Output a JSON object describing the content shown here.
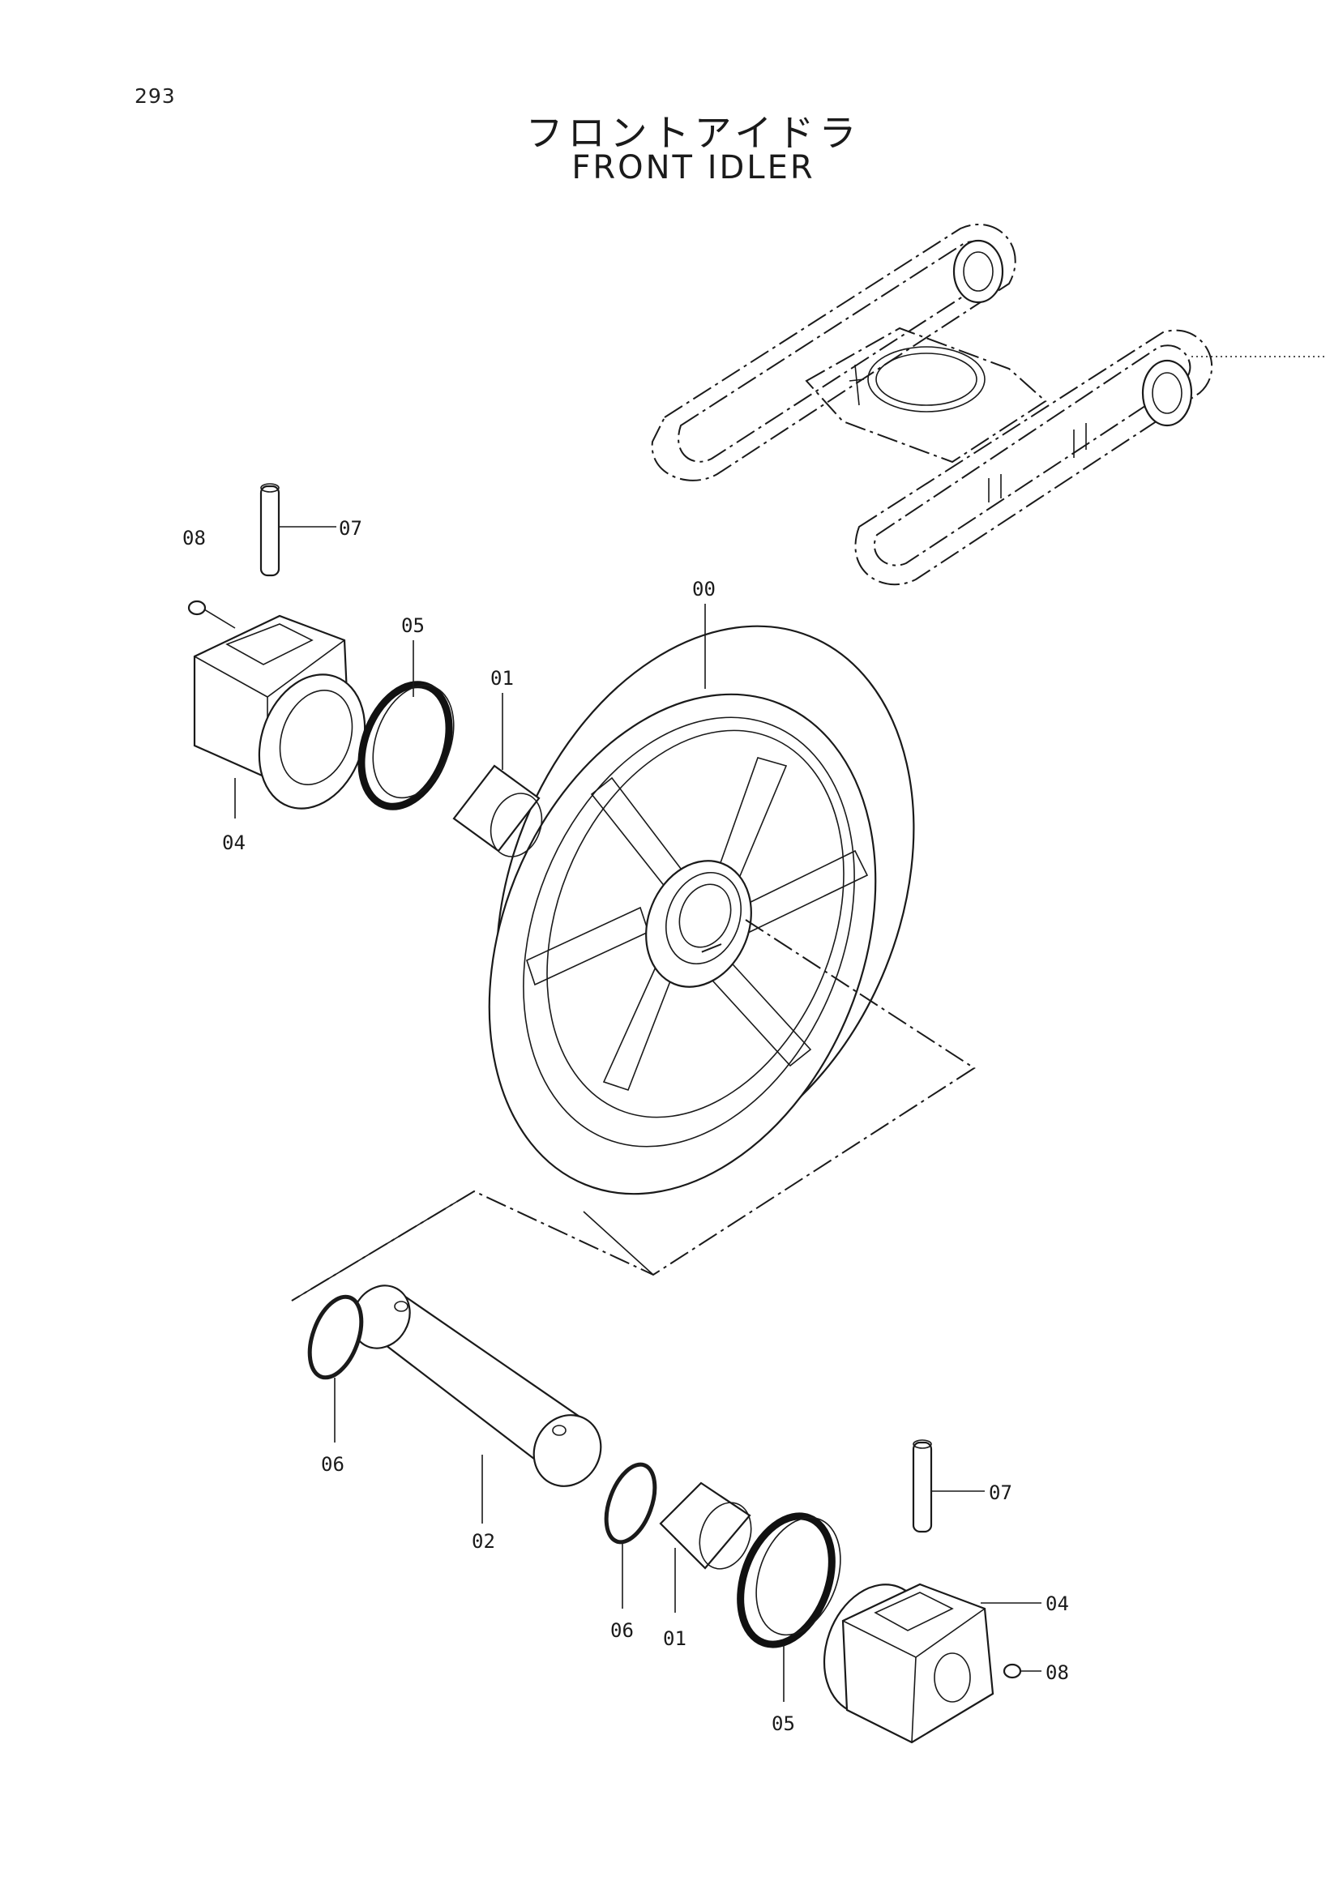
{
  "page": {
    "number": "293"
  },
  "title": {
    "japanese": "フロントアイドラ",
    "english": "FRONT IDLER"
  },
  "parts": [
    {
      "id": "label-00",
      "text": "00"
    },
    {
      "id": "label-01-top",
      "text": "01"
    },
    {
      "id": "label-01-bottom",
      "text": "01"
    },
    {
      "id": "label-02",
      "text": "02"
    },
    {
      "id": "label-04-top",
      "text": "04"
    },
    {
      "id": "label-04-bottom",
      "text": "04"
    },
    {
      "id": "label-05-top",
      "text": "05"
    },
    {
      "id": "label-05-bottom",
      "text": "05"
    },
    {
      "id": "label-06-left",
      "text": "06"
    },
    {
      "id": "label-06-right",
      "text": "06"
    },
    {
      "id": "label-07-top",
      "text": "07"
    },
    {
      "id": "label-07-bottom",
      "text": "07"
    },
    {
      "id": "label-08-top",
      "text": "08"
    },
    {
      "id": "label-08-bottom",
      "text": "08"
    }
  ]
}
